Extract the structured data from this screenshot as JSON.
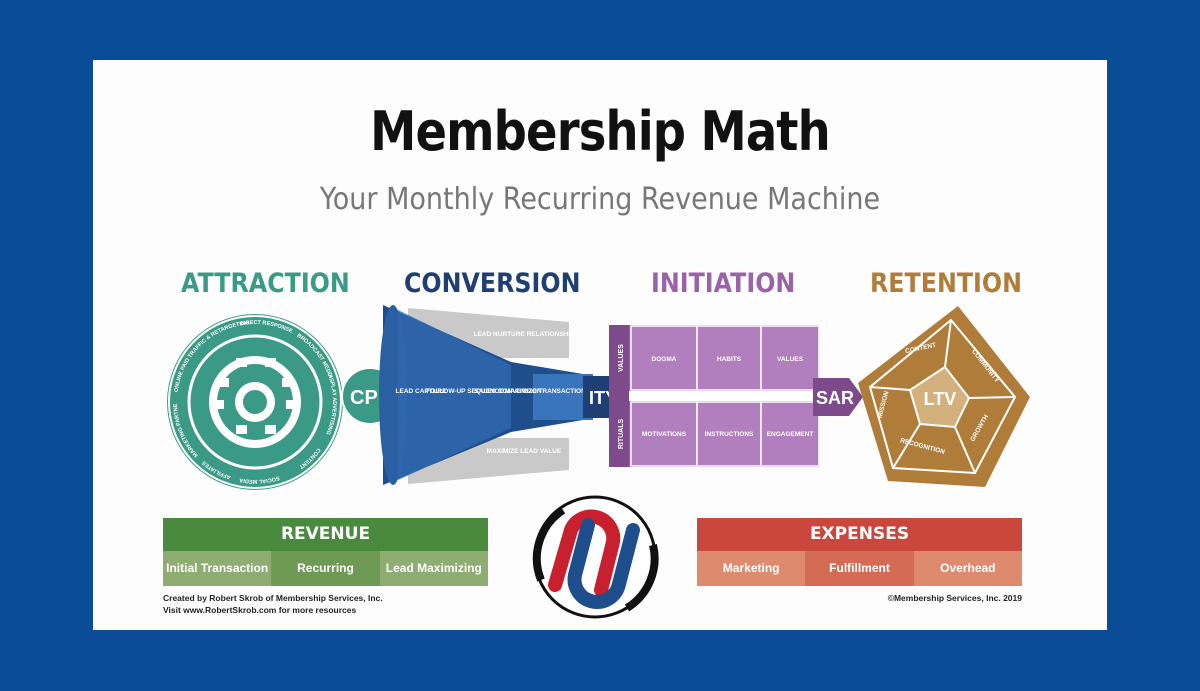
{
  "title": "Membership Math",
  "subtitle": "Your Monthly Recurring Revenue Machine",
  "sections": {
    "attraction": "ATTRACTION",
    "conversion": "CONVERSION",
    "initiation": "INITIATION",
    "retention": "RETENTION"
  },
  "attraction": {
    "metric": "CPL",
    "ring_labels": [
      "CONTENT",
      "SOCIAL MEDIA",
      "AFFILIATES",
      "MARKETING PARTNERSHIPS",
      "ONLINE PAID TRAFFIC & RETARGETING",
      "DIRECT RESPONSE",
      "BROADCAST MEDIA",
      "DISPLAY ADVERTISING"
    ]
  },
  "conversion": {
    "metric": "ITY",
    "stages": [
      "LEAD CAPTURE",
      "FOLLOW-UP SEQUENCE",
      "SALES CONVERSION",
      "MAXIMIZE TRANSACTION VALUE"
    ],
    "top_label": "LEAD NURTURE RELATIONSHIP",
    "bottom_label": "MAXIMIZE LEAD VALUE"
  },
  "initiation": {
    "metric": "SAR",
    "row_labels": [
      "VALUES",
      "RITUALS"
    ],
    "values_row": [
      "DOGMA",
      "HABITS",
      "VALUES"
    ],
    "rituals_row": [
      "MOTIVATIONS",
      "INSTRUCTIONS",
      "ENGAGEMENT"
    ]
  },
  "retention": {
    "metric": "LTV",
    "segments": [
      "CONTENT",
      "COMMUNITY",
      "GROWTH",
      "RECOGNITION",
      "MISSION"
    ]
  },
  "revenue": {
    "title": "REVENUE",
    "items": [
      "Initial Transaction",
      "Recurring Revenue",
      "Lead Maximizing"
    ]
  },
  "expenses": {
    "title": "EXPENSES",
    "items": [
      "Marketing",
      "Fulfillment",
      "Overhead"
    ]
  },
  "credits": {
    "line1": "Created by Robert Skrob of Membership Services, Inc.",
    "line2": "Visit www.RobertSkrob.com for more resources",
    "copyright": "©Membership Services, Inc. 2019"
  },
  "colors": {
    "frame": "#0b4c96",
    "attraction": "#3a9a86",
    "conversion": "#1f4e8c",
    "initiation": "#9a63a8",
    "retention": "#b07c3a",
    "revenue": "#4a8a3e",
    "expenses": "#c9473c"
  }
}
